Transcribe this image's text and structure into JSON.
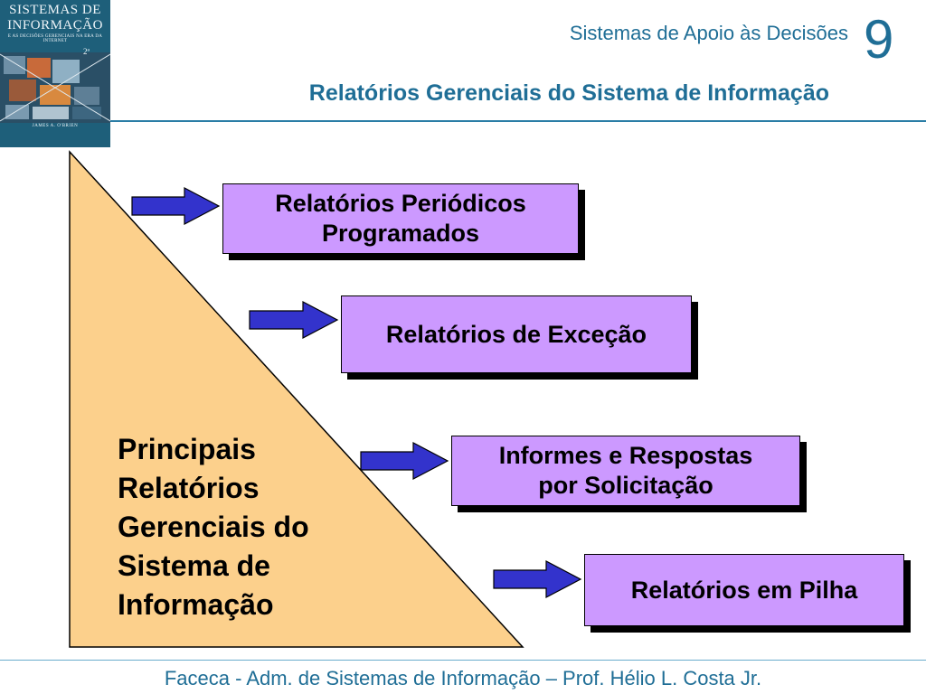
{
  "header": {
    "subject": "Sistemas de Apoio às Decisões",
    "chapter": "9",
    "title": "Relatórios Gerenciais do Sistema de Informação"
  },
  "book_cover": {
    "title_line1": "SISTEMAS DE",
    "title_line2": "INFORMAÇÃO",
    "subtitle": "E AS DECISÕES GERENCIAIS NA ERA DA INTERNET",
    "edition": "2ª",
    "author": "JAMES A. O'BRIEN",
    "background_color": "#1e5f7a"
  },
  "diagram": {
    "pyramid_label": [
      "Principais",
      "Relatórios",
      "Gerenciais do",
      "Sistema de",
      "Informação"
    ],
    "pyramid_color": "#fcd08c",
    "arrow_color": "#3333cc",
    "box_color": "#cc99ff",
    "boxes": [
      {
        "lines": [
          "Relatórios Periódicos",
          "Programados"
        ]
      },
      {
        "lines": [
          "Relatórios de Exceção"
        ]
      },
      {
        "lines": [
          "Informes e Respostas",
          "por Solicitação"
        ]
      },
      {
        "lines": [
          "Relatórios em Pilha"
        ]
      }
    ]
  },
  "footer": {
    "text": "Faceca - Adm. de Sistemas de Informação – Prof. Hélio L. Costa Jr."
  }
}
